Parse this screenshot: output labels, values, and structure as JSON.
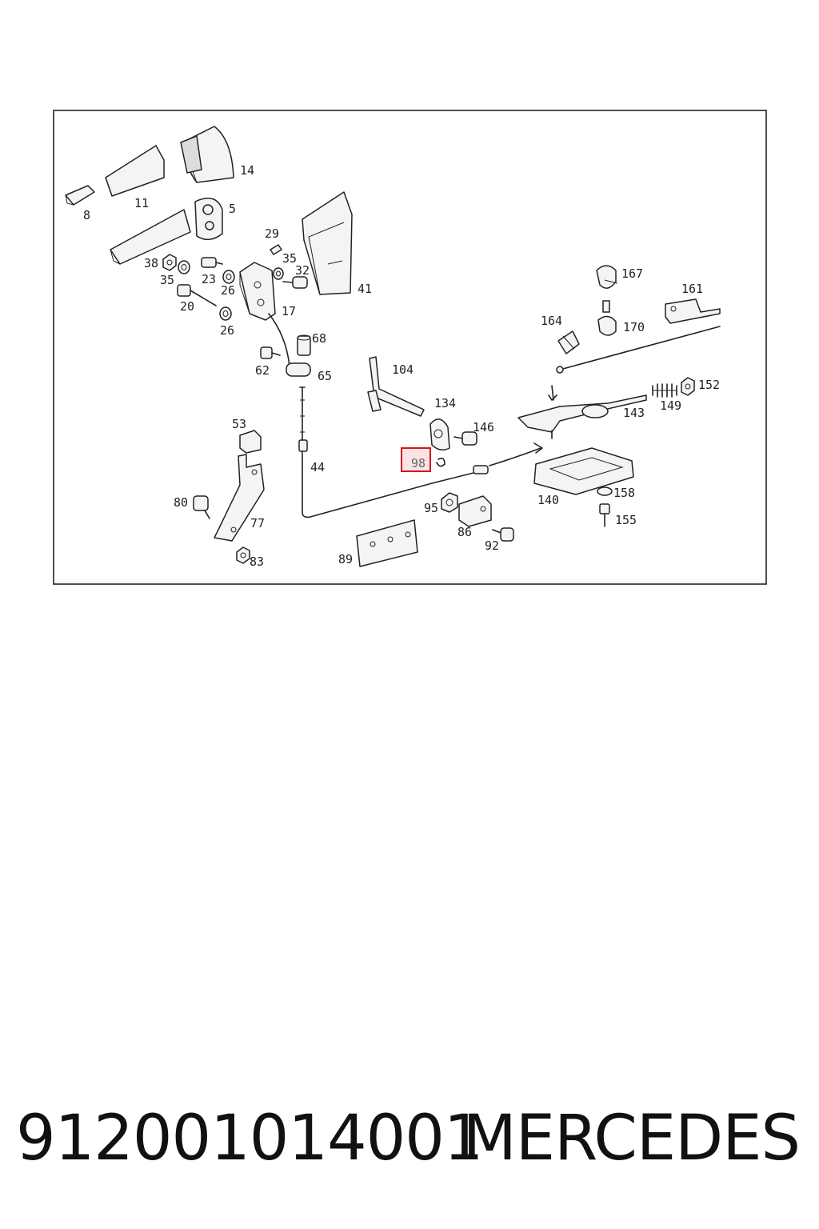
{
  "diagram": {
    "labels": [
      {
        "id": "14",
        "text": "14"
      },
      {
        "id": "11",
        "text": "11"
      },
      {
        "id": "8",
        "text": "8"
      },
      {
        "id": "5",
        "text": "5"
      },
      {
        "id": "29",
        "text": "29"
      },
      {
        "id": "38",
        "text": "38"
      },
      {
        "id": "35a",
        "text": "35"
      },
      {
        "id": "23",
        "text": "23"
      },
      {
        "id": "26a",
        "text": "26"
      },
      {
        "id": "35b",
        "text": "35"
      },
      {
        "id": "32",
        "text": "32"
      },
      {
        "id": "41",
        "text": "41"
      },
      {
        "id": "20",
        "text": "20"
      },
      {
        "id": "17",
        "text": "17"
      },
      {
        "id": "26b",
        "text": "26"
      },
      {
        "id": "167",
        "text": "167"
      },
      {
        "id": "161",
        "text": "161"
      },
      {
        "id": "164",
        "text": "164"
      },
      {
        "id": "170",
        "text": "170"
      },
      {
        "id": "68",
        "text": "68"
      },
      {
        "id": "62",
        "text": "62"
      },
      {
        "id": "65",
        "text": "65"
      },
      {
        "id": "104",
        "text": "104"
      },
      {
        "id": "152",
        "text": "152"
      },
      {
        "id": "134",
        "text": "134"
      },
      {
        "id": "149",
        "text": "149"
      },
      {
        "id": "143",
        "text": "143"
      },
      {
        "id": "53",
        "text": "53"
      },
      {
        "id": "146",
        "text": "146"
      },
      {
        "id": "44",
        "text": "44"
      },
      {
        "id": "140",
        "text": "140"
      },
      {
        "id": "158",
        "text": "158"
      },
      {
        "id": "80",
        "text": "80"
      },
      {
        "id": "95",
        "text": "95"
      },
      {
        "id": "77",
        "text": "77"
      },
      {
        "id": "86",
        "text": "86"
      },
      {
        "id": "155",
        "text": "155"
      },
      {
        "id": "92",
        "text": "92"
      },
      {
        "id": "89",
        "text": "89"
      },
      {
        "id": "83",
        "text": "83"
      }
    ],
    "highlighted": {
      "text": "98"
    },
    "highlight_color": "#d01818"
  },
  "footer": {
    "part_number": "912001014001",
    "brand": "MERCEDES"
  }
}
